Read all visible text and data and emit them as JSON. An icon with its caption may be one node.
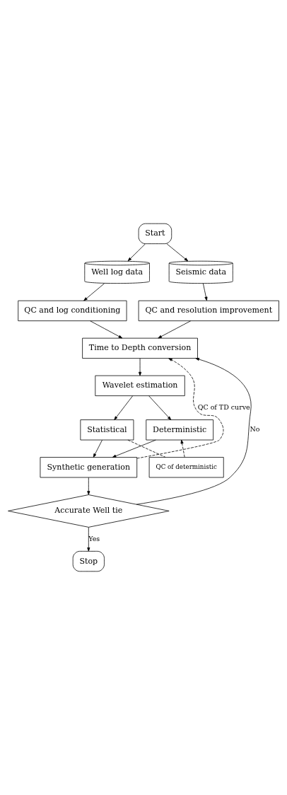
{
  "diagram": {
    "nodes": [
      {
        "text": [
          "Start"
        ]
      },
      {
        "text": [
          "Well log data"
        ]
      },
      {
        "text": [
          "Seismic data"
        ]
      },
      {
        "text": [
          "QC and log conditioning"
        ]
      },
      {
        "text": [
          "QC and resolution improvement"
        ]
      },
      {
        "text": [
          "Time to Depth conversion"
        ]
      },
      {
        "text": [
          "Wavelet estimation"
        ]
      },
      {
        "text": [
          "Statistical"
        ]
      },
      {
        "text": [
          "Deterministic"
        ]
      },
      {
        "text": [
          "QC of deterministic"
        ]
      },
      {
        "text": [
          "Synthetic generation"
        ]
      },
      {
        "text": [
          "Accurate Well tie"
        ]
      },
      {
        "text": [
          "Stop"
        ]
      }
    ],
    "edges": [
      {
        "from": 0,
        "to": 1,
        "arrow": "to"
      },
      {
        "from": 0,
        "to": 2,
        "arrow": "to"
      },
      {
        "from": 1,
        "to": 3,
        "arrow": "to"
      },
      {
        "from": 2,
        "to": 4,
        "arrow": "to"
      },
      {
        "from": 3,
        "to": 5,
        "arrow": "to"
      },
      {
        "from": 4,
        "to": 5,
        "arrow": "to"
      },
      {
        "from": 5,
        "to": 6,
        "arrow": "to"
      },
      {
        "from": 6,
        "to": 7,
        "arrow": "to"
      },
      {
        "from": 6,
        "to": 8,
        "arrow": "to"
      },
      {
        "from": 7,
        "to": 9,
        "arrow": "none",
        "style": "dashed"
      },
      {
        "from": 9,
        "to": 8,
        "arrow": "to",
        "style": "dashed"
      },
      {
        "from": 7,
        "to": 10,
        "arrow": "to"
      },
      {
        "from": 8,
        "to": 10,
        "arrow": "to"
      },
      {
        "from": 10,
        "to": 5,
        "arrow": "to",
        "style": "dashed",
        "label": "QC of TD curve"
      },
      {
        "from": 10,
        "to": 11,
        "arrow": "to"
      },
      {
        "from": 11,
        "to": 5,
        "arrow": "to",
        "label": "No"
      },
      {
        "from": 11,
        "to": 12,
        "arrow": "to",
        "label": "Yes"
      }
    ]
  }
}
